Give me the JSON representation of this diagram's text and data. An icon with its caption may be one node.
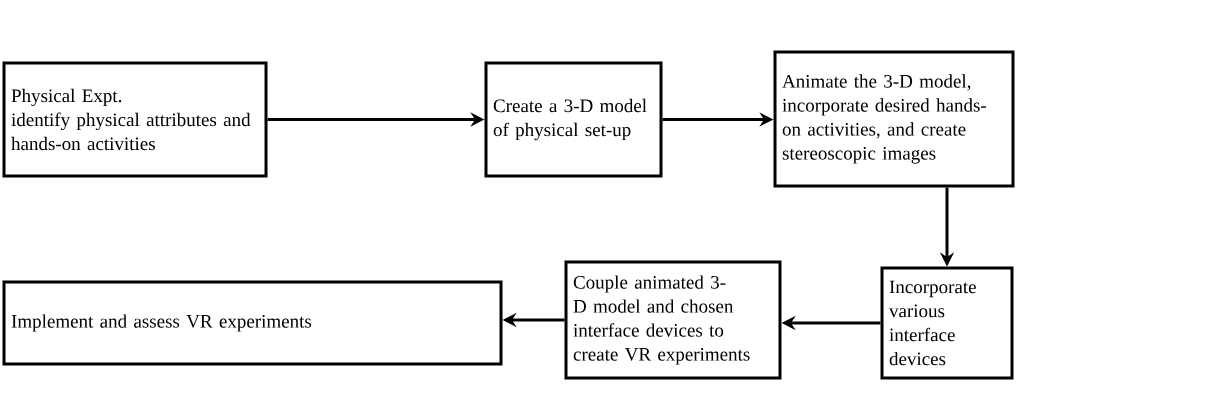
{
  "diagram": {
    "nodes": [
      {
        "text": [
          "Physical Expt.",
          "identify physical attributes and hands-on activities"
        ]
      },
      {
        "text": [
          "Create a 3-D model of physical set-up"
        ]
      },
      {
        "text": [
          "Animate the 3-D model, incorporate desired hands-on activities, and create stereoscopic images"
        ]
      },
      {
        "text": [
          "Incorporate various interface devices"
        ]
      },
      {
        "text": [
          "Couple animated 3-D model and chosen interface devices to create VR experiments"
        ]
      },
      {
        "text": [
          "Implement and assess VR experiments"
        ]
      }
    ],
    "edges": [
      {
        "from": 0,
        "to": 1,
        "arrow": "to"
      },
      {
        "from": 1,
        "to": 2,
        "arrow": "to"
      },
      {
        "from": 2,
        "to": 3,
        "arrow": "to"
      },
      {
        "from": 3,
        "to": 4,
        "arrow": "to"
      },
      {
        "from": 4,
        "to": 5,
        "arrow": "to"
      }
    ]
  }
}
